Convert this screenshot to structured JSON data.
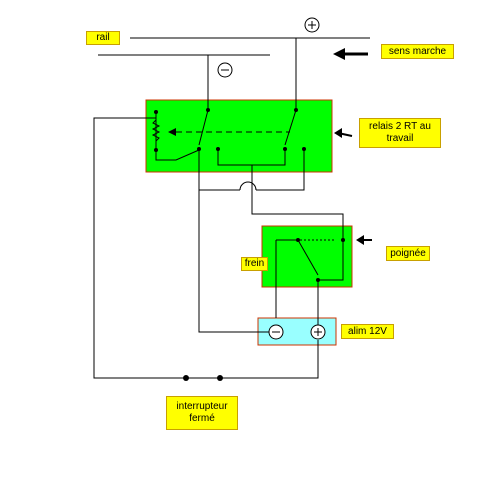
{
  "labels": {
    "rail": "rail",
    "sens_marche": "sens marche",
    "relais": "relais 2 RT au\ntravail",
    "poignee": "poignée",
    "frein": "frein",
    "alim": "alim 12V",
    "interrupteur": "interrupteur\nfermé"
  },
  "symbols": {
    "plus": "+",
    "minus": "−"
  },
  "colors": {
    "relay_box": "#00ff00",
    "relay_border": "#cc3300",
    "handle_box": "#00ff00",
    "alim_box": "#99ffff",
    "alim_border": "#cc3300",
    "label_bg": "#ffff00",
    "wire": "#000000"
  }
}
